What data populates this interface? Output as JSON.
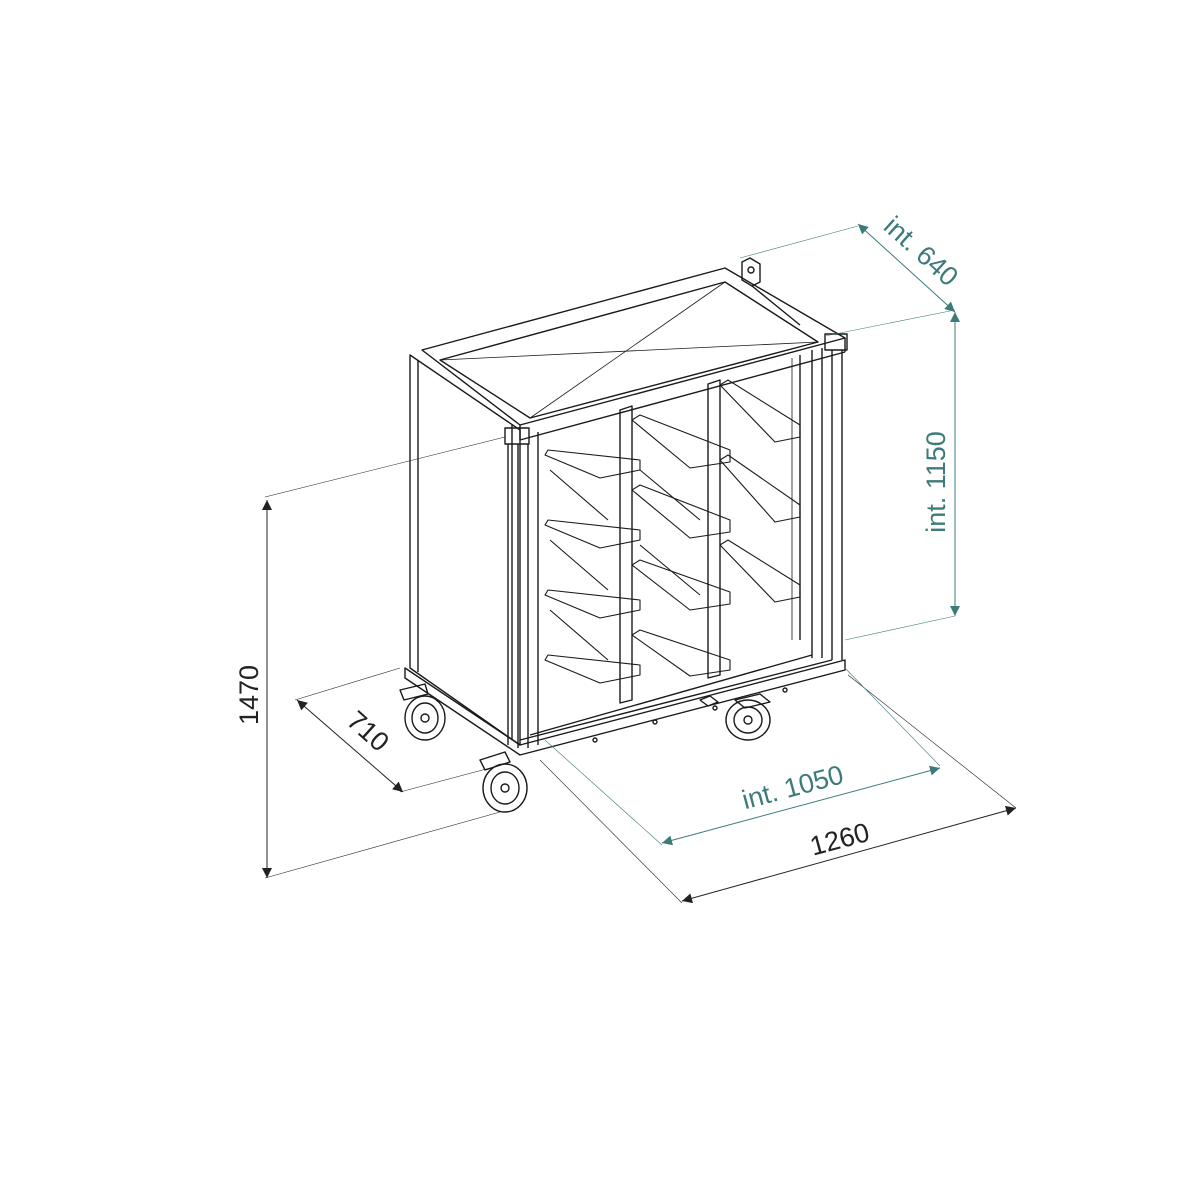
{
  "dimensions": {
    "overall_height": "1470",
    "overall_depth": "710",
    "overall_width": "1260",
    "interior_width": "int. 1050",
    "interior_height": "int. 1150",
    "interior_depth": "int. 640"
  },
  "colors": {
    "outline": "#1a1a1a",
    "interior_dimension": "#3c7b7a",
    "overall_dimension": "#222222"
  }
}
